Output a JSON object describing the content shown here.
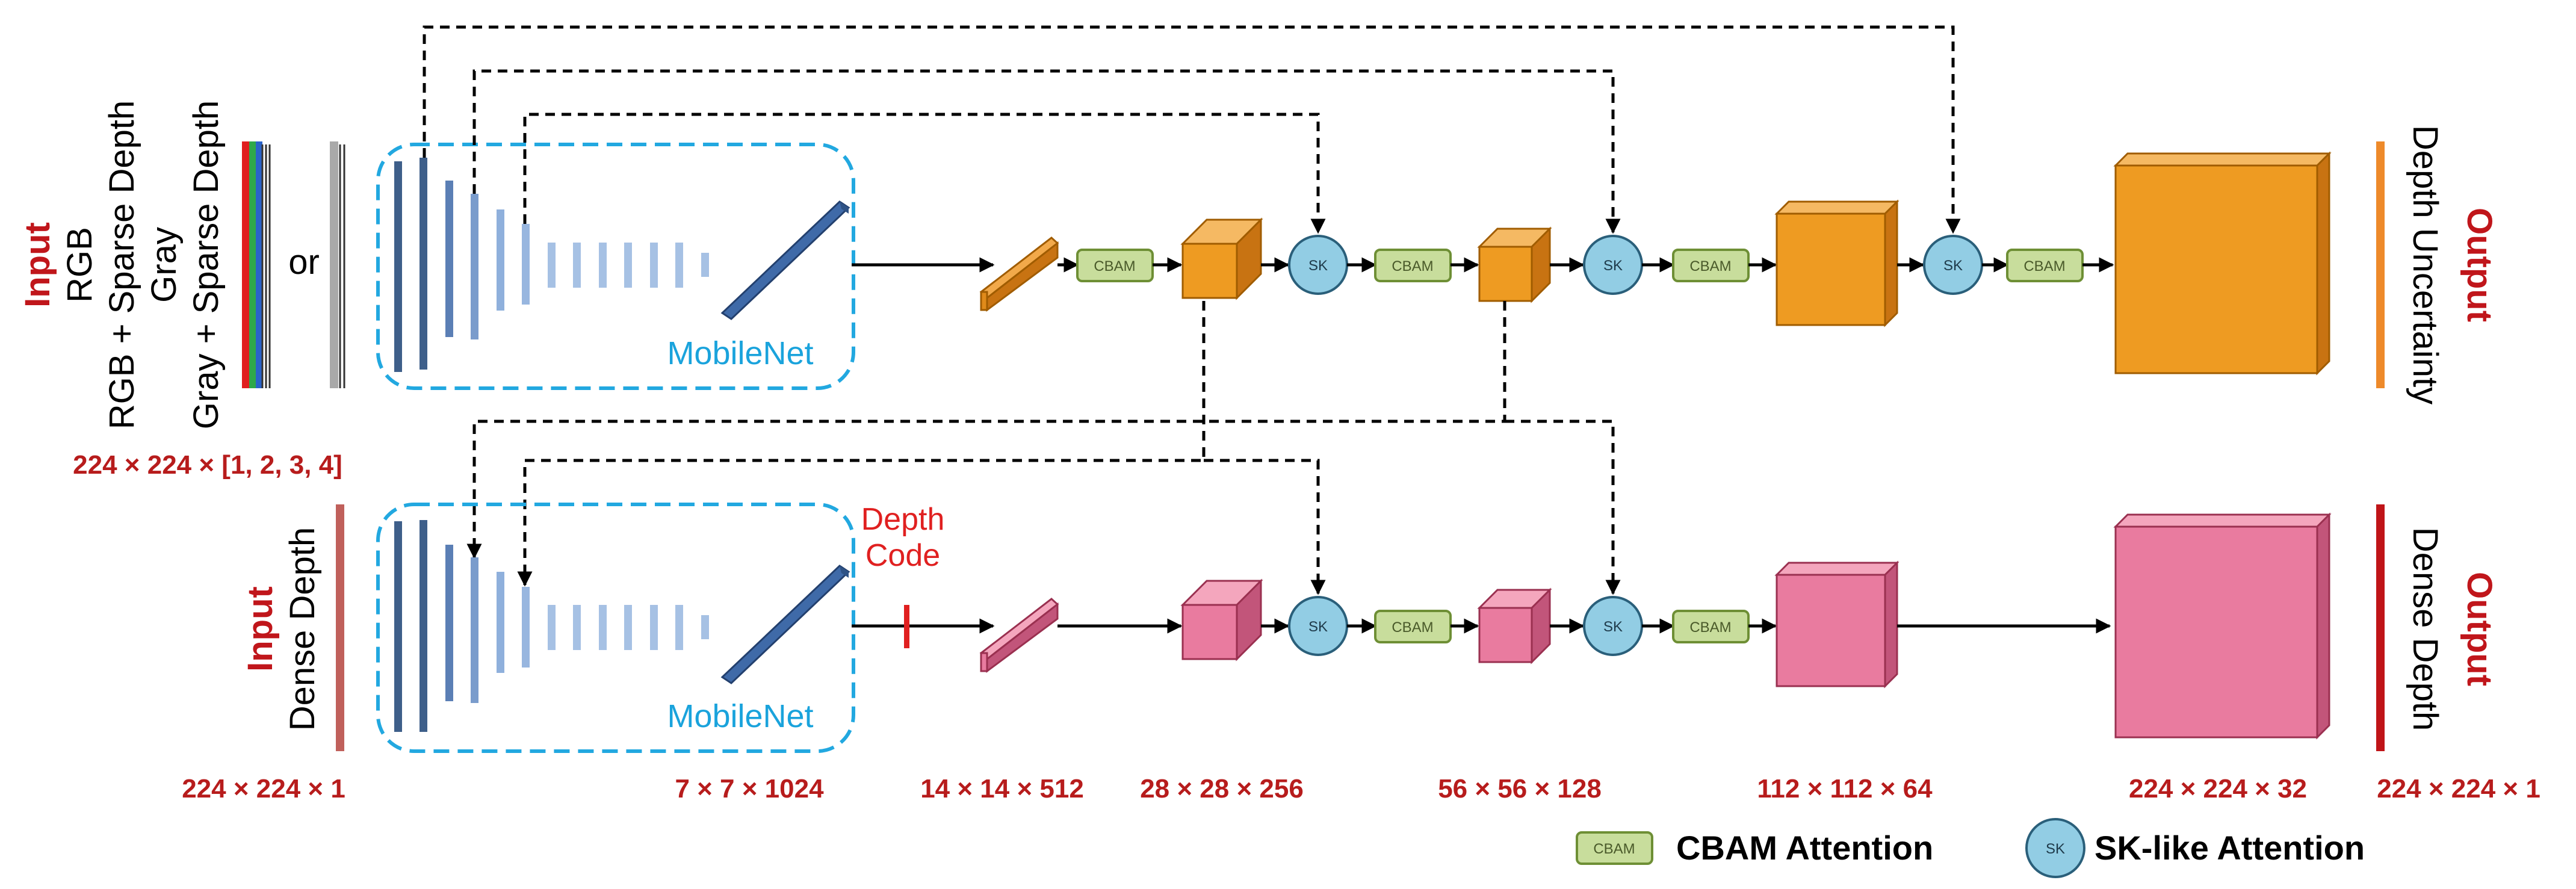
{
  "colors": {
    "dimension_text": "#b71c1c",
    "label_red": "#c0161b",
    "mobilenet_blue": "#1aa3dc",
    "orange_block": "#ee9b22",
    "pink_block": "#e97b9f",
    "cbam_fill": "#c8dd9c",
    "sk_fill": "#92cde4"
  },
  "top_branch": {
    "input_label": "Input",
    "input_modes": [
      "RGB",
      "RGB + Sparse Depth",
      "Gray",
      "Gray + Sparse Depth"
    ],
    "or_text": "or",
    "input_dim": "224 × 224 × [1, 2, 3, 4]",
    "encoder_label": "MobileNet",
    "output_label": "Output",
    "output_name": "Depth Uncertainty"
  },
  "bottom_branch": {
    "input_label": "Input",
    "input_name": "Dense Depth",
    "input_dim": "224 × 224 × 1",
    "encoder_label": "MobileNet",
    "depth_code_line1": "Depth",
    "depth_code_line2": "Code",
    "output_label": "Output",
    "output_name": "Dense Depth"
  },
  "modules": {
    "cbam": "CBAM",
    "sk": "SK"
  },
  "dimensions": {
    "enc_out": "7 × 7 × 1024",
    "d1": "14 × 14 × 512",
    "d2": "28 × 28 × 256",
    "d3": "56 × 56 × 128",
    "d4": "112 × 112 × 64",
    "d5": "224 × 224 × 32",
    "out": "224 × 224 × 1"
  },
  "legend": {
    "cbam_icon_text": "CBAM",
    "cbam_label": "CBAM Attention",
    "sk_icon_text": "SK",
    "sk_label": "SK-like Attention"
  }
}
